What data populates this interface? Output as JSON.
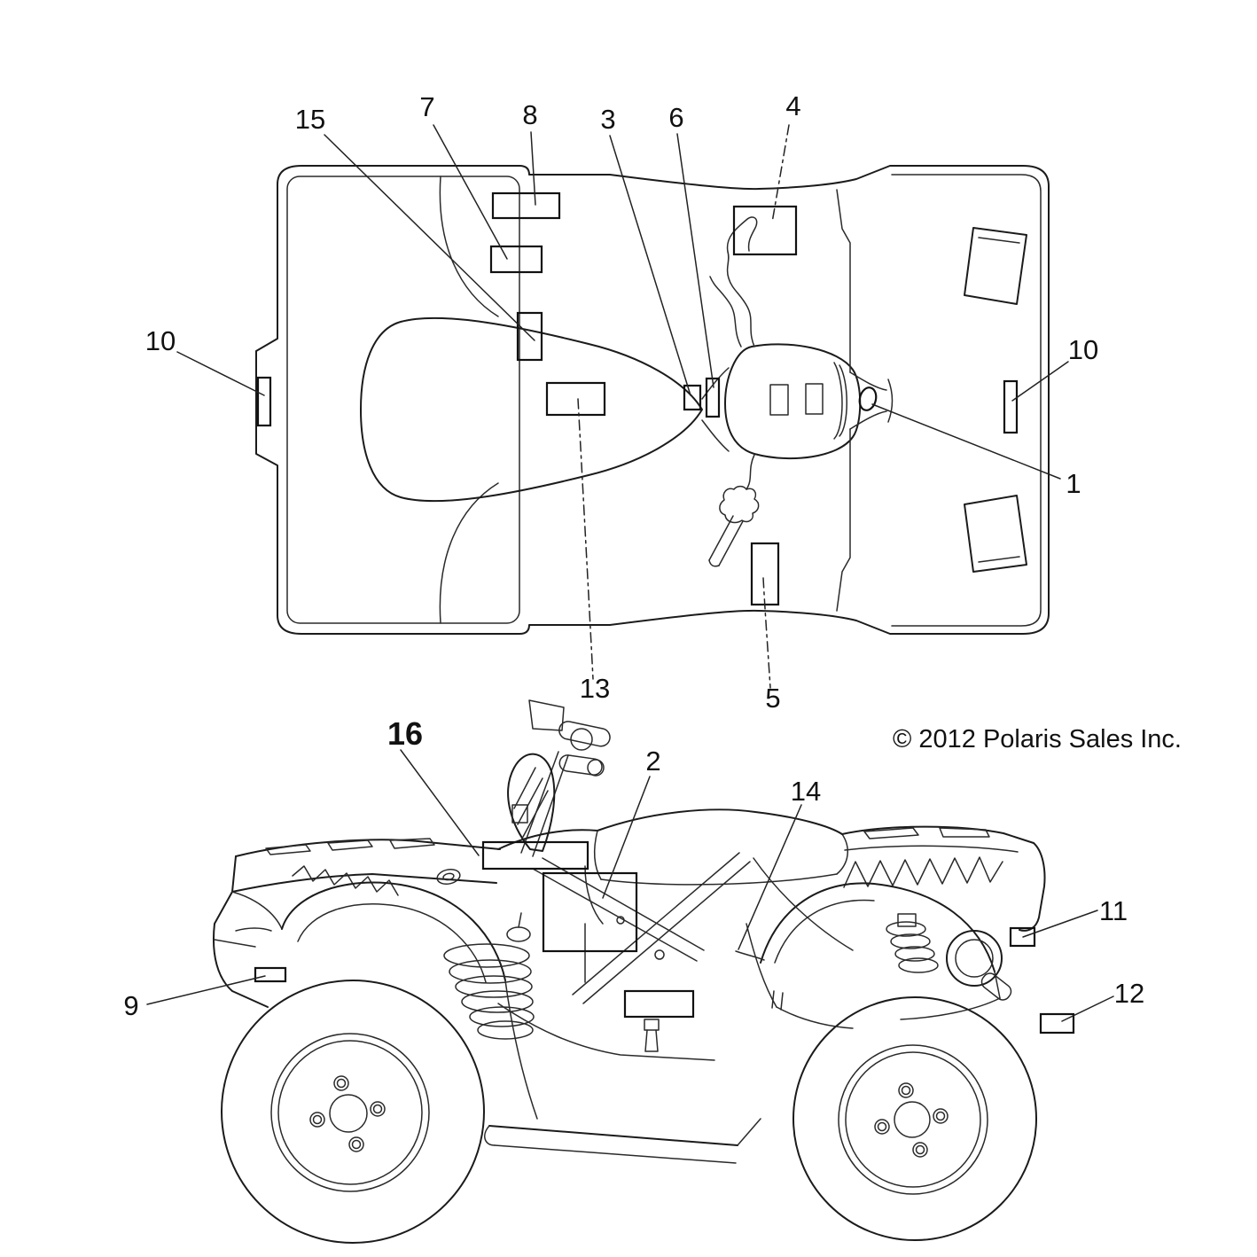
{
  "canvas": {
    "background": "#ffffff",
    "ink": "#1b1b1b"
  },
  "copyright_notice": "© 2012 Polaris Sales Inc.",
  "callouts": {
    "n1": "1",
    "n2": "2",
    "n3": "3",
    "n4": "4",
    "n5": "5",
    "n6": "6",
    "n7": "7",
    "n8": "8",
    "n9": "9",
    "n10_left": "10",
    "n10_right": "10",
    "n11": "11",
    "n12": "12",
    "n13": "13",
    "n14": "14",
    "n15": "15",
    "n16": "16"
  }
}
